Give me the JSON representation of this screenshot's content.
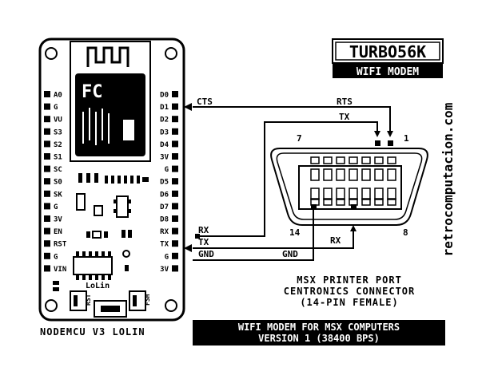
{
  "title": {
    "brand": "TURBO56K",
    "subtitle": "WIFI MODEM"
  },
  "side_credit": "retrocomputacion.com",
  "board": {
    "name": "NODEMCU V3 LOLIN",
    "silk_label": "LoLin",
    "left_pins": [
      "A0",
      "G",
      "VU",
      "S3",
      "S2",
      "S1",
      "SC",
      "S0",
      "SK",
      "G",
      "3V",
      "EN",
      "RST",
      "G",
      "VIN"
    ],
    "right_pins": [
      "D0",
      "D1",
      "D2",
      "D3",
      "D4",
      "3V",
      "G",
      "D5",
      "D6",
      "D7",
      "D8",
      "RX",
      "TX",
      "G",
      "3V"
    ],
    "buttons": [
      "RST",
      "FSH"
    ]
  },
  "signals": {
    "cts": "CTS",
    "rts": "RTS",
    "tx_top": "TX",
    "rx_left": "RX",
    "tx_left": "TX",
    "gnd_left": "GND",
    "gnd_mid": "GND",
    "rx_mid": "RX"
  },
  "connector": {
    "pin7": "7",
    "pin1": "1",
    "pin14": "14",
    "pin8": "8",
    "caption": [
      "MSX PRINTER PORT",
      "CENTRONICS CONNECTOR",
      "(14-PIN FEMALE)"
    ]
  },
  "footer": {
    "line1": "WIFI MODEM FOR MSX COMPUTERS",
    "line2": "VERSION 1 (38400 BPS)"
  }
}
